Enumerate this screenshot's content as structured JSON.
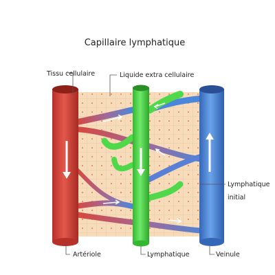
{
  "title": "Capillaire lymphatique",
  "labels": {
    "tissue": "Tissu cellulaire",
    "extracellular_fluid": "Liquide extra cellulaire",
    "initial_lymphatic_line1": "Lymphatique",
    "initial_lymphatic_line2": "initial",
    "arteriole": "Artériole",
    "lymphatic": "Lymphatique",
    "venule": "Veinule"
  },
  "colors": {
    "artery": "#d9463b",
    "vein": "#4a86d9",
    "lymph": "#4fd94a",
    "tissue": "#f7dcbc",
    "cell_dot": "#f08a5a"
  }
}
